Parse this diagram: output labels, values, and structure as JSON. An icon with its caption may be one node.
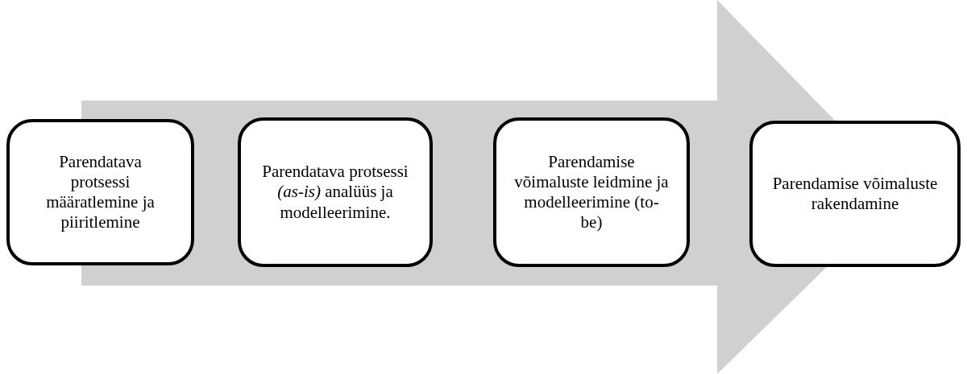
{
  "diagram": {
    "nodes": [
      {
        "text": [
          "Parendatava protsessi määratlemine ja piiritlemine"
        ]
      },
      {
        "text": [
          "Parendatava protsessi *(as-is)* analüüs ja modelleerimine."
        ]
      },
      {
        "text": [
          "Parendamise võimaluste leidmine ja modelleerimine (to-be)"
        ]
      },
      {
        "text": [
          "Parendamise võimaluste rakendamine"
        ]
      }
    ],
    "edges": [
      {
        "from": 0,
        "to": 3,
        "arrow": "to"
      }
    ]
  }
}
